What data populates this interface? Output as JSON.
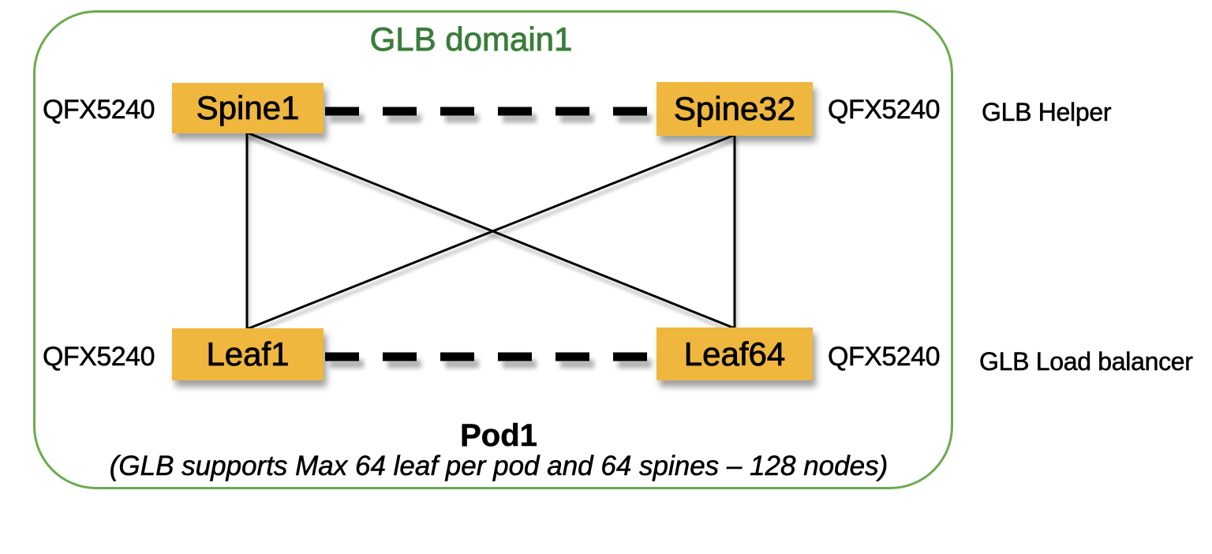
{
  "title": "GLB domain1",
  "nodes": [
    {
      "id": "spine1",
      "label": "Spine1",
      "device": "QFX5240"
    },
    {
      "id": "spine32",
      "label": "Spine32",
      "device": "QFX5240"
    },
    {
      "id": "leaf1",
      "label": "Leaf1",
      "device": "QFX5240"
    },
    {
      "id": "leaf64",
      "label": "Leaf64",
      "device": "QFX5240"
    }
  ],
  "side_labels": {
    "spine_row": "GLB Helper",
    "leaf_row": "GLB Load balancer"
  },
  "pod": {
    "name": "Pod1",
    "note": "(GLB supports Max 64 leaf per pod and 64 spines – 128 nodes)"
  },
  "colors": {
    "node_fill": "#EFB73E",
    "domain_border": "#6BAB4E",
    "title_text": "#3A7D3A",
    "line": "#000000"
  }
}
